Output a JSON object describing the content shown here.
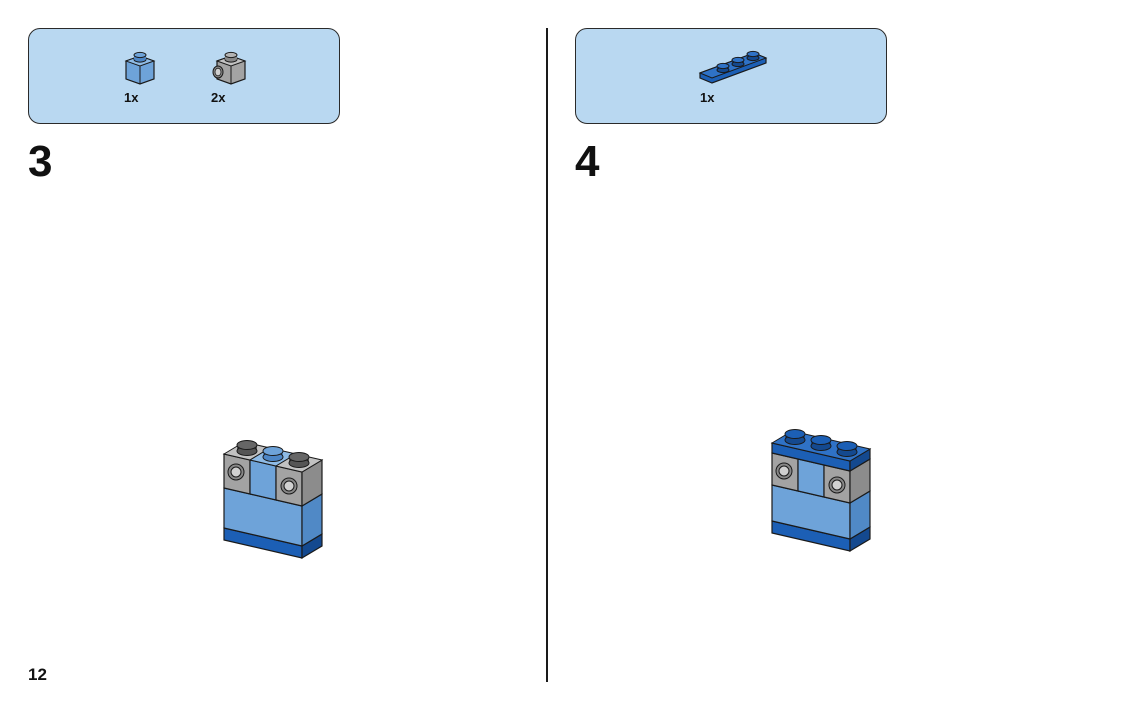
{
  "page": {
    "number": "12"
  },
  "steps": [
    {
      "number": "3",
      "parts": [
        {
          "icon": "brick-1x1-medium-blue-icon",
          "qty": "1x",
          "color": "#6ea3d9"
        },
        {
          "icon": "brick-1x1-studs-side-gray-icon",
          "qty": "2x",
          "color": "#a3a3a3"
        }
      ]
    },
    {
      "number": "4",
      "parts": [
        {
          "icon": "plate-1x3-blue-icon",
          "qty": "1x",
          "color": "#1c5fb5"
        }
      ]
    }
  ],
  "colors": {
    "parts_box_bg": "#b9d8f1",
    "brick_blue": "#1c5fb5",
    "brick_medium_blue": "#6ea3d9",
    "brick_gray": "#a3a3a3"
  }
}
